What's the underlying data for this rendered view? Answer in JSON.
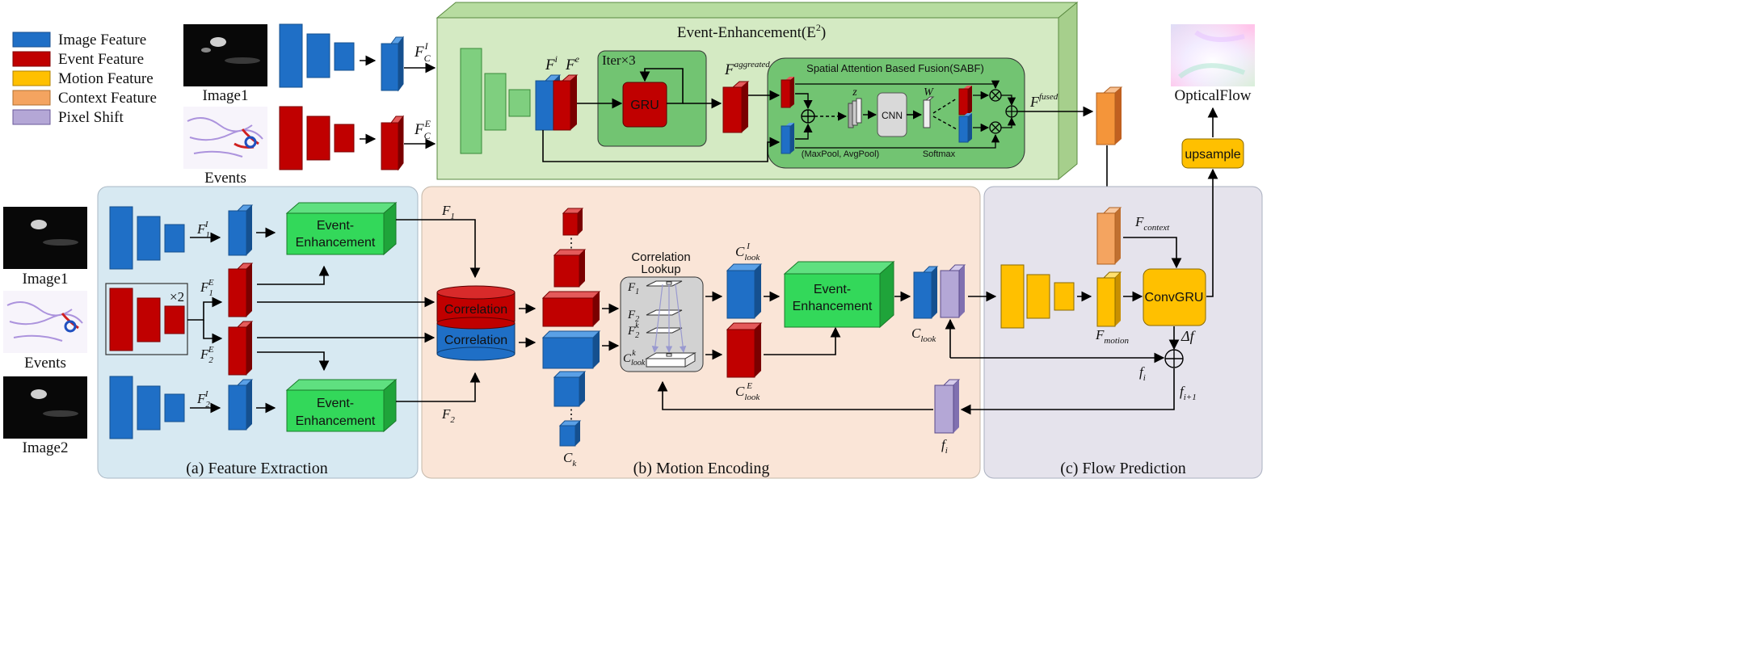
{
  "legend": [
    {
      "label": "Image Feature",
      "color": "#1f6fc6"
    },
    {
      "label": "Event Feature",
      "color": "#c00000"
    },
    {
      "label": "Motion Feature",
      "color": "#ffc000"
    },
    {
      "label": "Context Feature",
      "color": "#f4a460"
    },
    {
      "label": "Pixel Shift",
      "color": "#b4a7d6"
    }
  ],
  "top": {
    "image1_label": "Image1",
    "events_label": "Events",
    "fci": "F",
    "fci_sub": "C",
    "fci_sup": "I",
    "fce": "F",
    "fce_sub": "C",
    "fce_sup": "E",
    "e2_title": "Event-Enhancement(E",
    "e2_sup": "2",
    "e2_close": ")",
    "fi_label": "F",
    "fi_sup": "i",
    "fe_label": "F",
    "fe_sup": "e",
    "iter_label": "Iter×3",
    "gru_label": "GRU",
    "fagg": "F",
    "fagg_sup": "aggreated",
    "sabf_title": "Spatial Attention Based Fusion(SABF)",
    "z_label": "z",
    "cnn_label": "CNN",
    "w_label": "W",
    "pool_label": "(MaxPool, AvgPool)",
    "softmax_label": "Softmax",
    "ffused": "F",
    "ffused_sup": "fused",
    "optical_flow_label": "OpticalFlow",
    "upsample_label": "upsample"
  },
  "feature_extraction": {
    "title": "(a) Feature Extraction",
    "image1_label": "Image1",
    "events_label": "Events",
    "image2_label": "Image2",
    "times2": "×2",
    "f1i": "F",
    "f1i_sub": "1",
    "f1i_sup": "I",
    "f1e": "F",
    "f1e_sub": "1",
    "f1e_sup": "E",
    "f2e": "F",
    "f2e_sub": "2",
    "f2e_sup": "E",
    "f2i": "F",
    "f2i_sub": "2",
    "f2i_sup": "I",
    "ee1_l1": "Event-",
    "ee1_l2": "Enhancement",
    "ee2_l1": "Event-",
    "ee2_l2": "Enhancement"
  },
  "motion_encoding": {
    "title": "(b) Motion Encoding",
    "f1": "F",
    "f1_sub": "1",
    "f2": "F",
    "f2_sub": "2",
    "corr_top": "Correlation",
    "corr_bottom": "Correlation",
    "ellipsis_top": "⋮",
    "ellipsis_bottom": "⋮",
    "ck": "C",
    "ck_sub": "k",
    "lookup_l1": "Correlation",
    "lookup_l2": "Lookup",
    "lk_f1": "F",
    "lk_f1_sub": "1",
    "lk_f2": "F",
    "lk_f2_sub": "2",
    "lk_f2k": "F",
    "lk_f2k_sub": "2",
    "lk_f2k_sup": "k",
    "lk_clook": "C",
    "lk_clook_sub": "look",
    "lk_clook_sup": "k",
    "clook_i": "C",
    "clook_i_sub": "look",
    "clook_i_sup": "I",
    "clook_e": "C",
    "clook_e_sub": "look",
    "clook_e_sup": "E",
    "ee_l1": "Event-",
    "ee_l2": "Enhancement",
    "clook": "C",
    "clook_sub": "look",
    "fi": "f",
    "fi_sub": "i"
  },
  "flow_prediction": {
    "title": "(c)  Flow Prediction",
    "fcontext": "F",
    "fcontext_sub": "context",
    "fmotion": "F",
    "fmotion_sub": "motion",
    "convgru": "ConvGRU",
    "delta": "Δf",
    "fi": "f",
    "fi_sub": "i",
    "fi1": "f",
    "fi1_sub": "i+1"
  }
}
